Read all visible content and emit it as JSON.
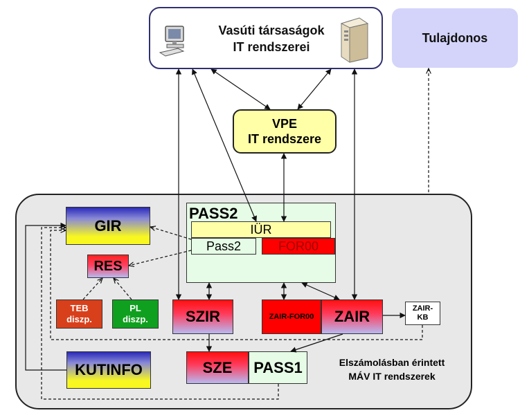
{
  "top_box": {
    "line1": "Vasúti társaságok",
    "line2": "IT rendszerei",
    "icon_left": "computer-icon",
    "icon_right": "server-icon"
  },
  "owner": {
    "label": "Tulajdonos"
  },
  "vpe": {
    "line1": "VPE",
    "line2": "IT rendszere"
  },
  "pass2": {
    "title": "PASS2",
    "iur": "IÜR",
    "pass2_sub": "Pass2",
    "for00": "FOR00"
  },
  "gir": {
    "label": "GIR"
  },
  "res": {
    "label": "RES"
  },
  "teb": {
    "line1": "TEB",
    "line2": "diszp."
  },
  "pl": {
    "line1": "PL",
    "line2": "diszp."
  },
  "szir": {
    "label": "SZIR"
  },
  "zair_for00": {
    "label": "ZAIR-FOR00"
  },
  "zair": {
    "label": "ZAIR"
  },
  "zair_kb": {
    "line1": "ZAIR-",
    "line2": "KB"
  },
  "kutinfo": {
    "label": "KUTINFO"
  },
  "sze": {
    "label": "SZE"
  },
  "pass1": {
    "label": "PASS1"
  },
  "region": {
    "line1": "Elszámolásban érintett",
    "line2": "MÁV IT rendszerek"
  },
  "colors": {
    "gradient_top_blue": "#2a2ab8",
    "gradient_yellow": "#f8f820",
    "red": "#ff0000",
    "pale_green": "#e6fce6",
    "pale_yellow": "#ffffa8",
    "lavender": "#d4d4fa",
    "navy_border": "#303070"
  }
}
